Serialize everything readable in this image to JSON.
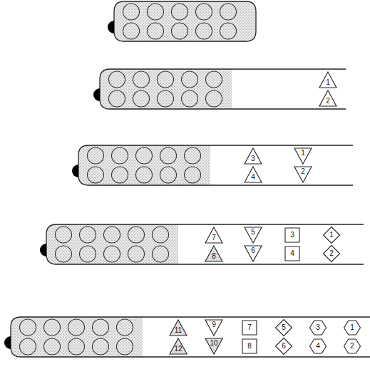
{
  "diagram": {
    "nodes": [
      {
        "text": [
          "1"
        ]
      },
      {
        "text": [
          "2"
        ]
      },
      {
        "text": [
          "3"
        ]
      },
      {
        "text": [
          "4"
        ]
      },
      {
        "text": [
          "1"
        ]
      },
      {
        "text": [
          "2"
        ]
      },
      {
        "text": [
          "7"
        ]
      },
      {
        "text": [
          "8"
        ]
      },
      {
        "text": [
          "5"
        ]
      },
      {
        "text": [
          "6"
        ]
      },
      {
        "text": [
          "3"
        ]
      },
      {
        "text": [
          "4"
        ]
      },
      {
        "text": [
          "1"
        ]
      },
      {
        "text": [
          "2"
        ]
      },
      {
        "text": [
          "11"
        ]
      },
      {
        "text": [
          "12"
        ]
      },
      {
        "text": [
          "9"
        ]
      },
      {
        "text": [
          "10"
        ]
      },
      {
        "text": [
          "7"
        ]
      },
      {
        "text": [
          "8"
        ]
      },
      {
        "text": [
          "5"
        ]
      },
      {
        "text": [
          "6"
        ]
      },
      {
        "text": [
          "3"
        ]
      },
      {
        "text": [
          "4"
        ]
      },
      {
        "text": [
          "1"
        ]
      },
      {
        "text": [
          "2"
        ]
      }
    ]
  }
}
